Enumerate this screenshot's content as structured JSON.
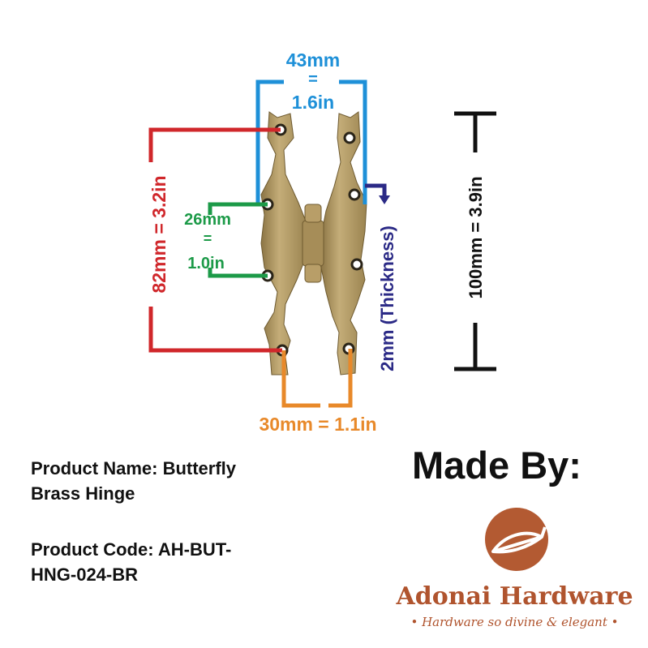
{
  "dimensions": {
    "width_top": "43mm",
    "width_eq": "=",
    "width_in": "1.6in",
    "hole_spacing_total": "82mm = 3.2in",
    "hole_spacing_mid_mm": "26mm",
    "hole_spacing_mid_eq": "=",
    "hole_spacing_mid_in": "1.0in",
    "hole_spacing_horizontal": "30mm = 1.1in",
    "thickness": "2mm (Thickness)",
    "length": "100mm = 3.9in"
  },
  "colors": {
    "blue": "#1e90d8",
    "red": "#d0272b",
    "green": "#1c9a48",
    "orange": "#e8892a",
    "navy": "#2b2a86",
    "brass": "#b59a62",
    "brand": "#b0542e"
  },
  "product": {
    "name_line1": "Product Name: Butterfly",
    "name_line2": "Brass Hinge",
    "code_line1": "Product Code: AH-BUT-",
    "code_line2": "HNG-024-BR"
  },
  "maker": {
    "made_by": "Made By:",
    "brand": "Adonai Hardware",
    "tagline": "• Hardware so divine & elegant •"
  }
}
